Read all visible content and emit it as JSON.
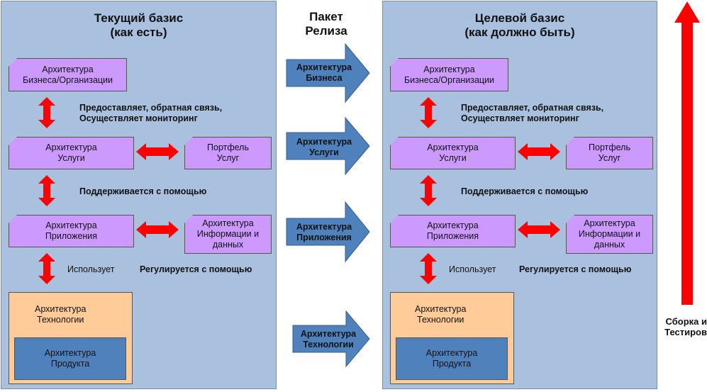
{
  "left": {
    "title": "Текущий базис\n(как есть)",
    "business": "Архитектура\nБизнеса/Организации",
    "label_provides": "Предоставляет, обратная связь,\nОсуществляет мониторинг",
    "service": "Архитектура\nУслуги",
    "portfolio": "Портфель\nУслуг",
    "label_supported": "Поддерживается с помощью",
    "application": "Архитектура\nПриложения",
    "information": "Архитектура\nИнформации и\nданных",
    "label_uses": "Использует",
    "label_regulated": "Регулируется с помощью",
    "technology": "Архитектура\nТехнологии",
    "product": "Архитектура\nПродукта"
  },
  "right": {
    "title": "Целевой базис\n(как должно быть)",
    "business": "Архитектура\nБизнеса/Организации",
    "label_provides": "Предоставляет, обратная связь,\nОсуществляет мониторинг",
    "service": "Архитектура\nУслуги",
    "portfolio": "Портфель\nУслуг",
    "label_supported": "Поддерживается с помощью",
    "application": "Архитектура\nПриложения",
    "information": "Архитектура\nИнформации и\nданных",
    "label_uses": "Использует",
    "label_regulated": "Регулируется с помощью",
    "technology": "Архитектура\nТехнологии",
    "product": "Архитектура\nПродукта"
  },
  "middle": {
    "title": "Пакет\nРелиза",
    "arrows": [
      "Архитектура\nБизнеса",
      "Архитектура\nУслуги",
      "Архитектура\nПриложения",
      "Архитектура\nТехнологии"
    ]
  },
  "side": {
    "label": "Сборка и\nТестиров"
  },
  "colors": {
    "panel": "#a9c0de",
    "box_purple": "#cc99ff",
    "box_tech": "#ffcc99",
    "box_product": "#4f81bd",
    "arrow_red": "#ff0000",
    "arrow_blue": "#4f81bd"
  }
}
